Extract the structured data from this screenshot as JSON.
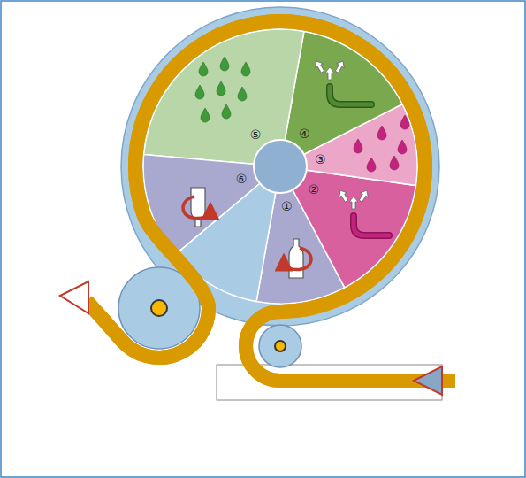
{
  "diagram": {
    "labels": [
      "①",
      "②",
      "③",
      "④",
      "⑤",
      "⑥"
    ]
  }
}
